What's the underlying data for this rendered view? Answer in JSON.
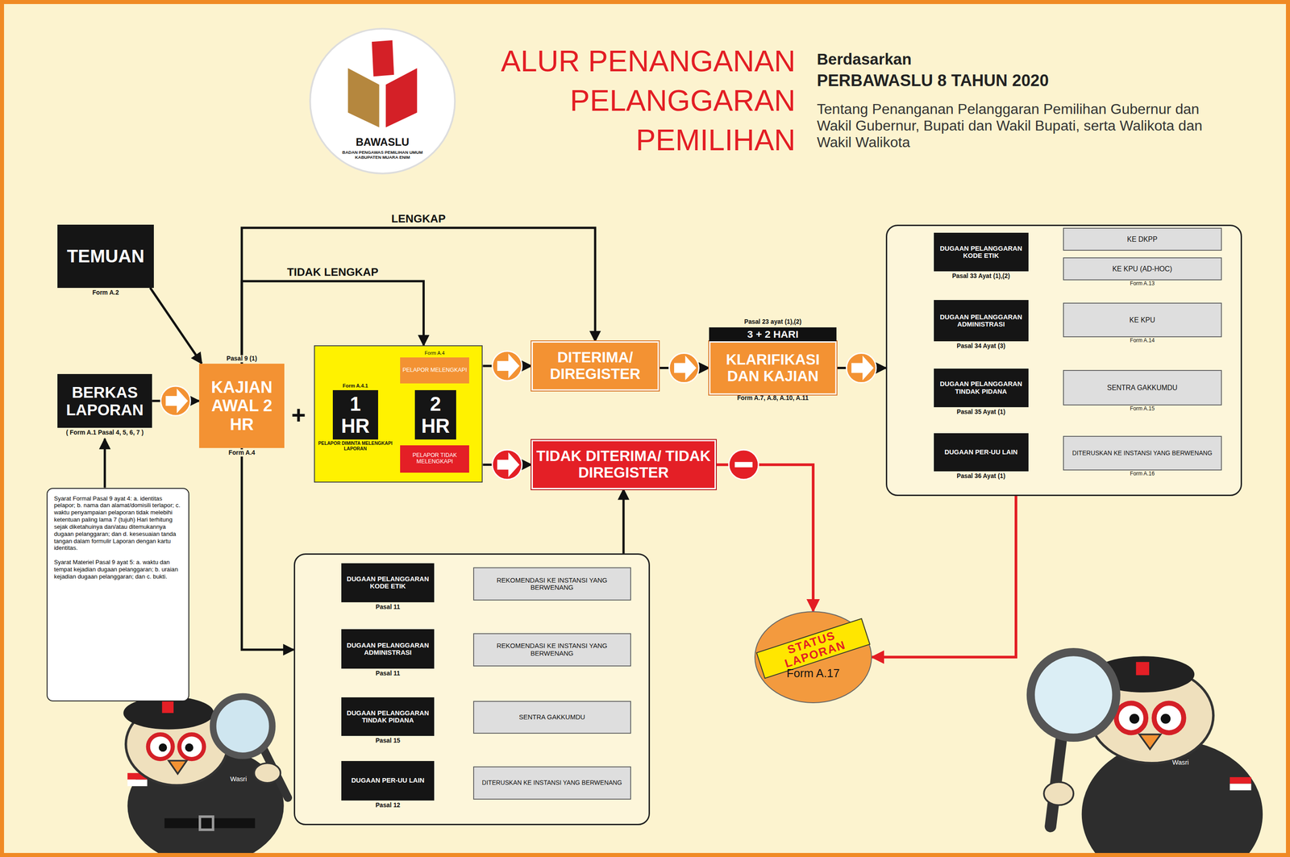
{
  "diagram": {
    "title": "ALUR PENANGANAN PELANGGARAN PEMILIHAN",
    "nodes": [
      {
        "text": [
          "TEMUAN",
          "Form A.2"
        ]
      },
      {
        "text": [
          "BERKAS LAPORAN",
          "( Form A.1 Pasal 4, 5, 6, 7 )"
        ]
      },
      {
        "text": [
          "Pasal 9 (1)",
          "KAJIAN AWAL 2 HR",
          "Form A.4"
        ]
      },
      {
        "text": []
      },
      {
        "text": [
          "Form A.4.1",
          "1 HR",
          "PELAPOR DIMINTA MELENGKAPI LAPORAN"
        ],
        "in": 3
      },
      {
        "text": [
          "2 HR"
        ],
        "in": 3
      },
      {
        "text": [
          "Form A.4",
          "PELAPOR MELENGKAPI"
        ],
        "in": 3
      },
      {
        "text": [
          "PELAPOR TIDAK MELENGKAPI"
        ],
        "in": 3
      },
      {
        "text": [
          "DITERIMA/ DIREGISTER"
        ]
      },
      {
        "text": [
          "Pasal 23 ayat (1),(2)",
          "3 + 2 HARI",
          "KLARIFIKASI DAN KAJIAN",
          "Form A.7, A.8, A.10, A.11"
        ]
      },
      {
        "text": [
          "TIDAK DITERIMA/ TIDAK DIREGISTER"
        ]
      },
      {
        "text": []
      },
      {
        "text": [
          "DUGAAN PELANGGARAN KODE ETIK",
          "Pasal 33 Ayat (1),(2)"
        ],
        "in": 11
      },
      {
        "text": [
          "KE DKPP"
        ],
        "in": 11
      },
      {
        "text": [
          "KE KPU (AD-HOC)",
          "Form A.13"
        ],
        "in": 11
      },
      {
        "text": [
          "DUGAAN PELANGGARAN ADMINISTRASI",
          "Pasal 34 Ayat (3)"
        ],
        "in": 11
      },
      {
        "text": [
          "KE KPU",
          "Form A.14"
        ],
        "in": 11
      },
      {
        "text": [
          "DUGAAN PELANGGARAN TINDAK PIDANA",
          "Pasal 35 Ayat (1)"
        ],
        "in": 11
      },
      {
        "text": [
          "SENTRA GAKKUMDU",
          "Form A.15"
        ],
        "in": 11
      },
      {
        "text": [
          "DUGAAN PER-UU LAIN",
          "Pasal 36 Ayat (1)"
        ],
        "in": 11
      },
      {
        "text": [
          "DITERUSKAN KE INSTANSI YANG BERWENANG",
          "Form A.16"
        ],
        "in": 11
      },
      {
        "text": []
      },
      {
        "text": [
          "DUGAAN PELANGGARAN KODE ETIK",
          "Pasal 11"
        ],
        "in": 21
      },
      {
        "text": [
          "REKOMENDASI KE INSTANSI YANG BERWENANG"
        ],
        "in": 21
      },
      {
        "text": [
          "DUGAAN PELANGGARAN ADMINISTRASI",
          "Pasal 11"
        ],
        "in": 21
      },
      {
        "text": [
          "REKOMENDASI KE INSTANSI YANG BERWENANG"
        ],
        "in": 21
      },
      {
        "text": [
          "DUGAAN PELANGGARAN TINDAK PIDANA",
          "Pasal 15"
        ],
        "in": 21
      },
      {
        "text": [
          "SENTRA GAKKUMDU"
        ],
        "in": 21
      },
      {
        "text": [
          "DUGAAN PER-UU LAIN",
          "Pasal 12"
        ],
        "in": 21
      },
      {
        "text": [
          "DITERUSKAN KE INSTANSI YANG BERWENANG"
        ],
        "in": 21
      },
      {
        "text": [
          "Syarat Formal Pasal 9 ayat 4: a. identitas pelapor; b. nama dan alamat/domisili terlapor; c. waktu penyampaian pelaporan tidak melebihi ketentuan paling lama 7 (tujuh) Hari terhitung sejak diketahuinya dan/atau ditemukannya dugaan pelanggaran; dan d. kesesuaian tanda tangan dalam formulir Laporan dengan kartu identitas.",
          "Syarat Materiel Pasal 9 ayat 5: a. waktu dan tempat kejadian dugaan pelanggaran; b. uraian kejadian dugaan pelanggaran; dan c. bukti."
        ]
      },
      {
        "text": [
          "STATUS LAPORAN",
          "Form A.17"
        ]
      }
    ],
    "edges": [
      {
        "from": 0,
        "to": 2,
        "arrow": "to"
      },
      {
        "from": 1,
        "to": 2,
        "arrow": "to"
      },
      {
        "from": 2,
        "to": 8,
        "arrow": "to",
        "label": "LENGKAP"
      },
      {
        "from": 2,
        "to": 3,
        "arrow": "to",
        "label": "TIDAK LENGKAP"
      },
      {
        "from": 2,
        "to": 21,
        "arrow": "to"
      },
      {
        "from": 30,
        "to": 1,
        "arrow": "to"
      },
      {
        "from": 3,
        "to": 8,
        "arrow": "to"
      },
      {
        "from": 3,
        "to": 10,
        "arrow": "to"
      },
      {
        "from": 8,
        "to": 9,
        "arrow": "to"
      },
      {
        "from": 9,
        "to": 11,
        "arrow": "to"
      },
      {
        "from": 21,
        "to": 10,
        "arrow": "to"
      },
      {
        "from": 10,
        "to": 31,
        "arrow": "to"
      },
      {
        "from": 11,
        "to": 31,
        "arrow": "to"
      },
      {
        "from": 12,
        "to": 13,
        "arrow": "to"
      },
      {
        "from": 12,
        "to": 14,
        "arrow": "to"
      },
      {
        "from": 15,
        "to": 16,
        "arrow": "to"
      },
      {
        "from": 17,
        "to": 18,
        "arrow": "to"
      },
      {
        "from": 19,
        "to": 20,
        "arrow": "to"
      },
      {
        "from": 22,
        "to": 23,
        "arrow": "to"
      },
      {
        "from": 24,
        "to": 25,
        "arrow": "to"
      },
      {
        "from": 26,
        "to": 27,
        "arrow": "to"
      },
      {
        "from": 28,
        "to": 29,
        "arrow": "to"
      }
    ],
    "labels": [
      "BAWASLU",
      "BADAN PENGAWAS PEMILIHAN UMUM KABUPATEN MUARA ENIM",
      "Berdasarkan",
      "PERBAWASLU 8 TAHUN 2020",
      "Tentang Penanganan Pelanggaran Pemilihan Gubernur dan Wakil Gubernur, Bupati dan Wakil Bupati, serta Walikota dan Wakil Walikota",
      "+",
      "+",
      "Wasri",
      "Wasri"
    ]
  }
}
